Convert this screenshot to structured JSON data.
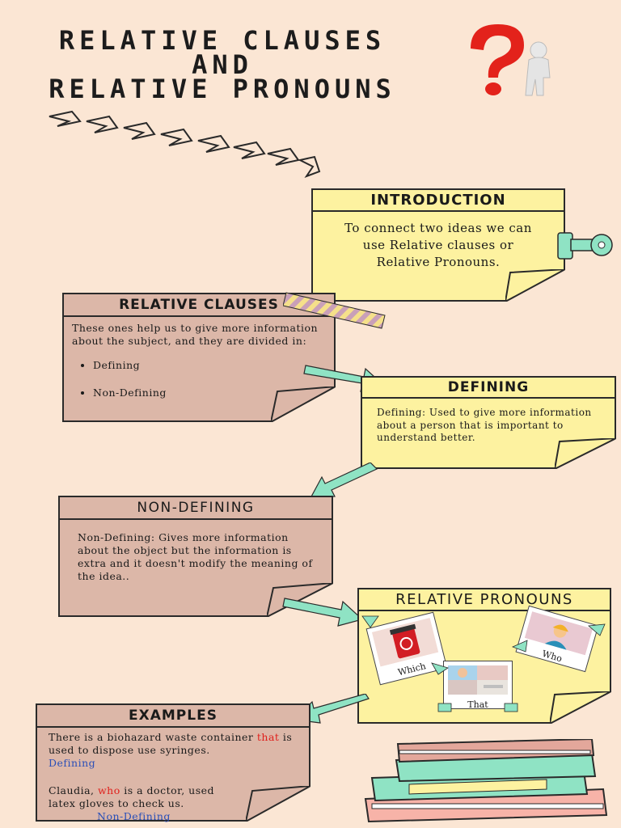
{
  "title": {
    "line1": "RELATIVE CLAUSES",
    "line2": "AND",
    "line3": "RELATIVE PRONOUNS"
  },
  "introduction": {
    "heading": "INTRODUCTION",
    "text": "To connect two ideas we can use Relative clauses or Relative Pronouns."
  },
  "relative_clauses": {
    "heading": "RELATIVE CLAUSES",
    "text": "These ones help us to give more information about the subject, and they are divided in:",
    "items": [
      "Defining",
      "Non-Defining"
    ]
  },
  "defining": {
    "heading": "DEFINING",
    "text": "Defining: Used to give more information about a person that is important to understand better."
  },
  "non_defining": {
    "heading": "NON-DEFINING",
    "text": "Non-Defining: Gives more information about the object but the information is extra and it doesn't modify the meaning of the idea.."
  },
  "relative_pronouns": {
    "heading": "RELATIVE PRONOUNS",
    "cards": [
      "Which",
      "Who",
      "That"
    ]
  },
  "examples": {
    "heading": "EXAMPLES",
    "ex1_a": "There is a biohazard waste container ",
    "ex1_word": "that",
    "ex1_b": " is used to dispose use syringes.",
    "ex1_tag": "Defining",
    "ex2_a": "Claudia, ",
    "ex2_word": "who",
    "ex2_b": " is a doctor, used latex gloves to check us.",
    "ex2_tag": "Non-Defining"
  },
  "colors": {
    "yellow_note": "#fdf2a0",
    "pink_note": "#dcb7a8",
    "arrow": "#8fe3c4",
    "background": "#fbe6d4",
    "highlight_red": "#e0201c",
    "highlight_blue": "#2a4fb8"
  }
}
